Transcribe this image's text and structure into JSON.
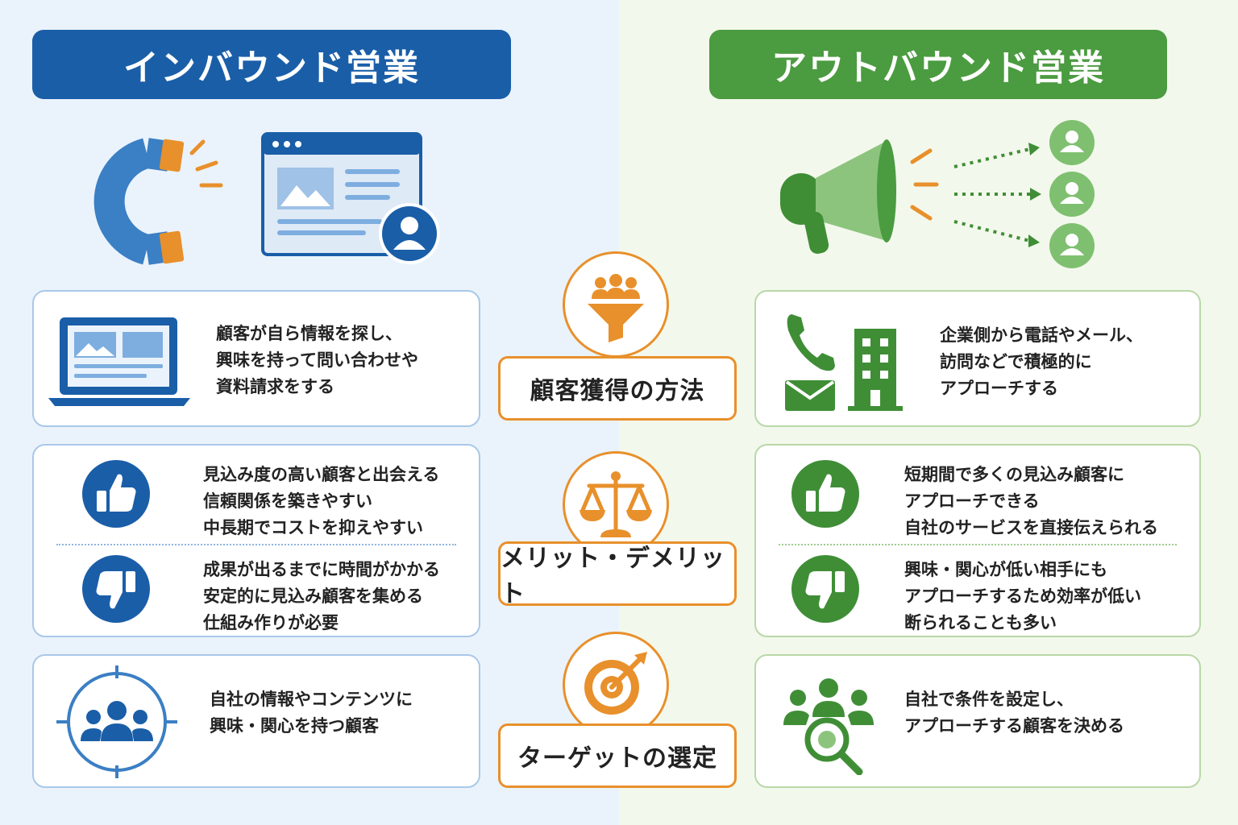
{
  "inbound": {
    "title": "インバウンド営業",
    "method": [
      "顧客が自ら情報を探し、",
      "興味を持って問い合わせや",
      "資料請求をする"
    ],
    "merits": [
      "見込み度の高い顧客と出会える",
      "信頼関係を築きやすい",
      "中長期でコストを抑えやすい"
    ],
    "demerits": [
      "成果が出るまでに時間がかかる",
      "安定的に見込み顧客を集める",
      "仕組み作りが必要"
    ],
    "target": [
      "自社の情報やコンテンツに",
      "興味・関心を持つ顧客"
    ]
  },
  "outbound": {
    "title": "アウトバウンド営業",
    "method": [
      "企業側から電話やメール、",
      "訪問などで積極的に",
      "アプローチする"
    ],
    "merits": [
      "短期間で多くの見込み顧客に",
      "アプローチできる",
      "自社のサービスを直接伝えられる"
    ],
    "demerits": [
      "興味・関心が低い相手にも",
      "アプローチするため効率が低い",
      "断られることも多い"
    ],
    "target": [
      "自社で条件を設定し、",
      "アプローチする顧客を決める"
    ]
  },
  "center": {
    "method_label": "顧客獲得の方法",
    "merit_label": "メリット・デメリット",
    "target_label": "ターゲットの選定"
  },
  "colors": {
    "blue": "#1a5ea8",
    "green": "#4b9b40",
    "orange": "#e8902b"
  },
  "icons": {
    "inbound_hero": [
      "magnet-icon",
      "browser-window-icon",
      "user-icon"
    ],
    "outbound_hero": [
      "megaphone-icon",
      "user-icon"
    ],
    "method": [
      "laptop-icon",
      "phone-icon",
      "mail-icon",
      "building-icon"
    ],
    "merit": [
      "thumbs-up-icon",
      "thumbs-down-icon"
    ],
    "target": [
      "crosshair-group-icon",
      "group-search-icon"
    ],
    "center": [
      "funnel-icon",
      "scale-icon",
      "target-arrow-icon"
    ]
  }
}
